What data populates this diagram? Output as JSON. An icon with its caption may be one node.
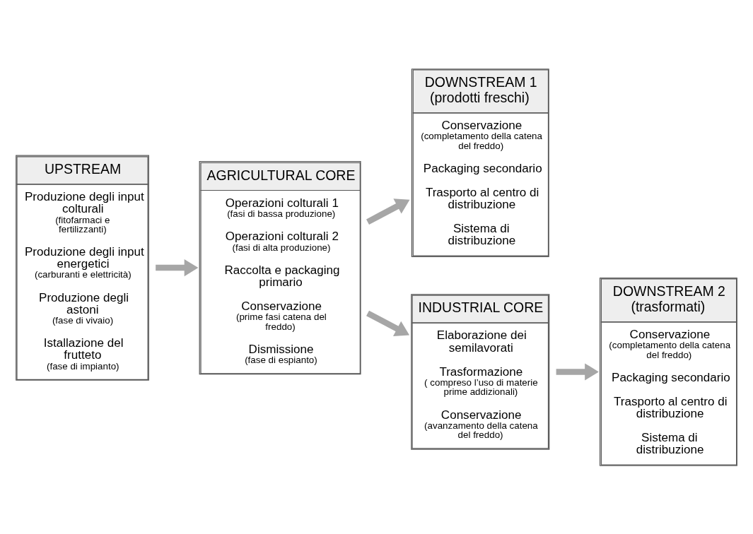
{
  "diagram": {
    "nodes": [
      {
        "text": [
          "UPSTREAM",
          "Produzione degli input colturali",
          "(fitofarmaci e fertilizzanti)",
          "Produzione degli input energetici",
          "(carburanti e elettricità)",
          "Produzione degli astoni",
          "(fase di vivaio)",
          "Istallazione del frutteto",
          "(fase di impianto)"
        ]
      },
      {
        "text": [
          "AGRICULTURAL CORE",
          "Operazioni colturali 1",
          "(fasi di bassa produzione)",
          "Operazioni colturali 2",
          "(fasi di alta produzione)",
          "Raccolta e packaging primario",
          "Conservazione",
          "(prime fasi catena del freddo)",
          "Dismissione",
          "(fase di espianto)"
        ]
      },
      {
        "text": [
          "DOWNSTREAM 1 (prodotti freschi)",
          "Conservazione",
          "(completamento della catena del freddo)",
          "Packaging secondario",
          "Trasporto al centro di distribuzione",
          "Sistema di distribuzione"
        ]
      },
      {
        "text": [
          "INDUSTRIAL CORE",
          "Elaborazione dei semilavorati",
          "Trasformazione",
          "( compreso l’uso di materie prime addizionali)",
          "Conservazione",
          "(avanzamento della catena del freddo)"
        ]
      },
      {
        "text": [
          "DOWNSTREAM 2 (trasformati)",
          "Conservazione",
          "(completamento della catena del freddo)",
          "Packaging secondario",
          "Trasporto al centro di distribuzione",
          "Sistema di distribuzione"
        ]
      }
    ],
    "edges": [
      {
        "from": 0,
        "to": 1,
        "arrow": "to"
      },
      {
        "from": 1,
        "to": 2,
        "arrow": "to"
      },
      {
        "from": 1,
        "to": 3,
        "arrow": "to"
      },
      {
        "from": 3,
        "to": 4,
        "arrow": "to"
      }
    ]
  }
}
